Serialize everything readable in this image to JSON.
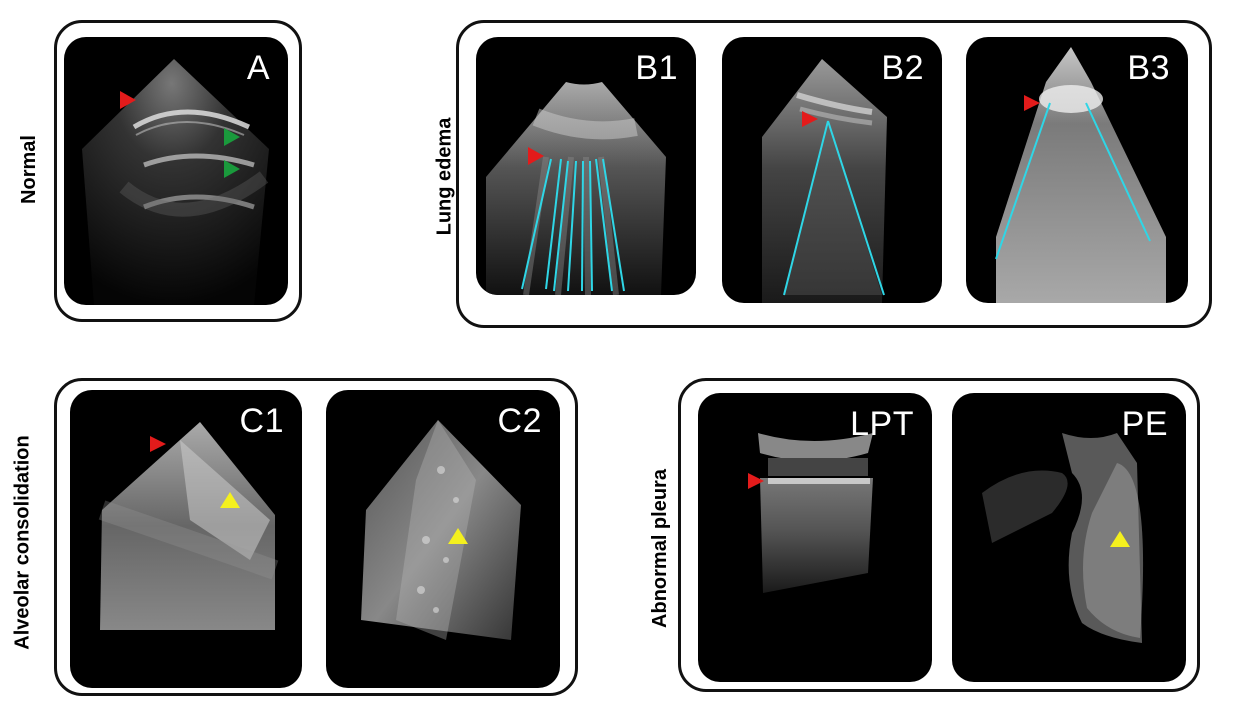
{
  "groups": {
    "normal": {
      "label": "Normal"
    },
    "lung_edema": {
      "label": "Lung edema"
    },
    "alveolar": {
      "label": "Alveolar consolidation"
    },
    "abnormal_pleura": {
      "label": "Abnormal pleura"
    }
  },
  "panels": {
    "A": "A",
    "B1": "B1",
    "B2": "B2",
    "B3": "B3",
    "C1": "C1",
    "C2": "C2",
    "LPT": "LPT",
    "PE": "PE"
  },
  "marker_colors": {
    "pleural_line": "#e31b1b",
    "a_line": "#1a9a3c",
    "b_line": "#2fd6e6",
    "consolidation": "#f4f01e"
  }
}
